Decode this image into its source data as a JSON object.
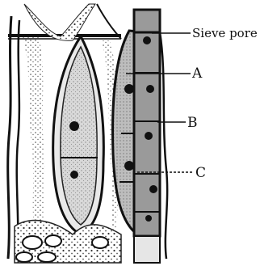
{
  "labels": {
    "sieve_pore": "Sieve pore",
    "a": "A",
    "b": "B",
    "c": "C"
  }
}
